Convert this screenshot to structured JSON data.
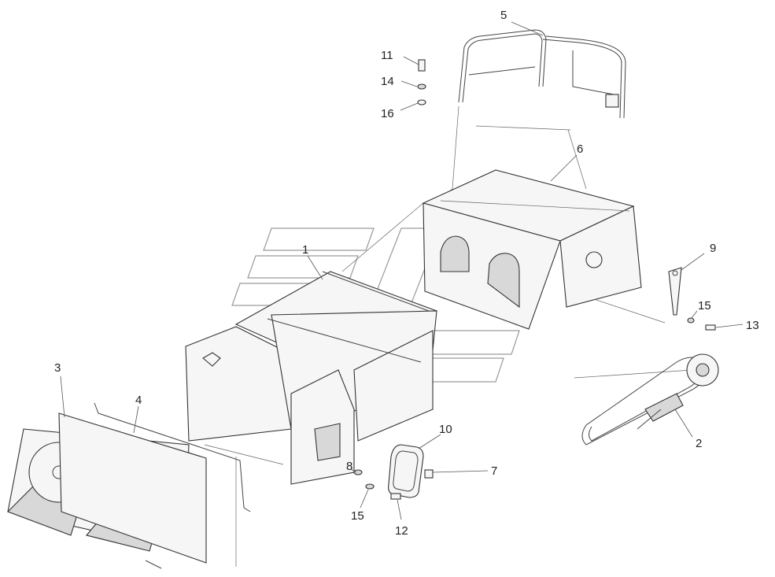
{
  "diagram": {
    "callouts": [
      {
        "id": "c1",
        "text": "1"
      },
      {
        "id": "c2",
        "text": "2"
      },
      {
        "id": "c3",
        "text": "3"
      },
      {
        "id": "c4",
        "text": "4"
      },
      {
        "id": "c5",
        "text": "5"
      },
      {
        "id": "c6",
        "text": "6"
      },
      {
        "id": "c7",
        "text": "7"
      },
      {
        "id": "c8",
        "text": "8"
      },
      {
        "id": "c9",
        "text": "9"
      },
      {
        "id": "c10",
        "text": "10"
      },
      {
        "id": "c11",
        "text": "11"
      },
      {
        "id": "c12",
        "text": "12"
      },
      {
        "id": "c13",
        "text": "13"
      },
      {
        "id": "c14",
        "text": "14"
      },
      {
        "id": "c15a",
        "text": "15"
      },
      {
        "id": "c15b",
        "text": "15"
      },
      {
        "id": "c16",
        "text": "16"
      }
    ]
  }
}
